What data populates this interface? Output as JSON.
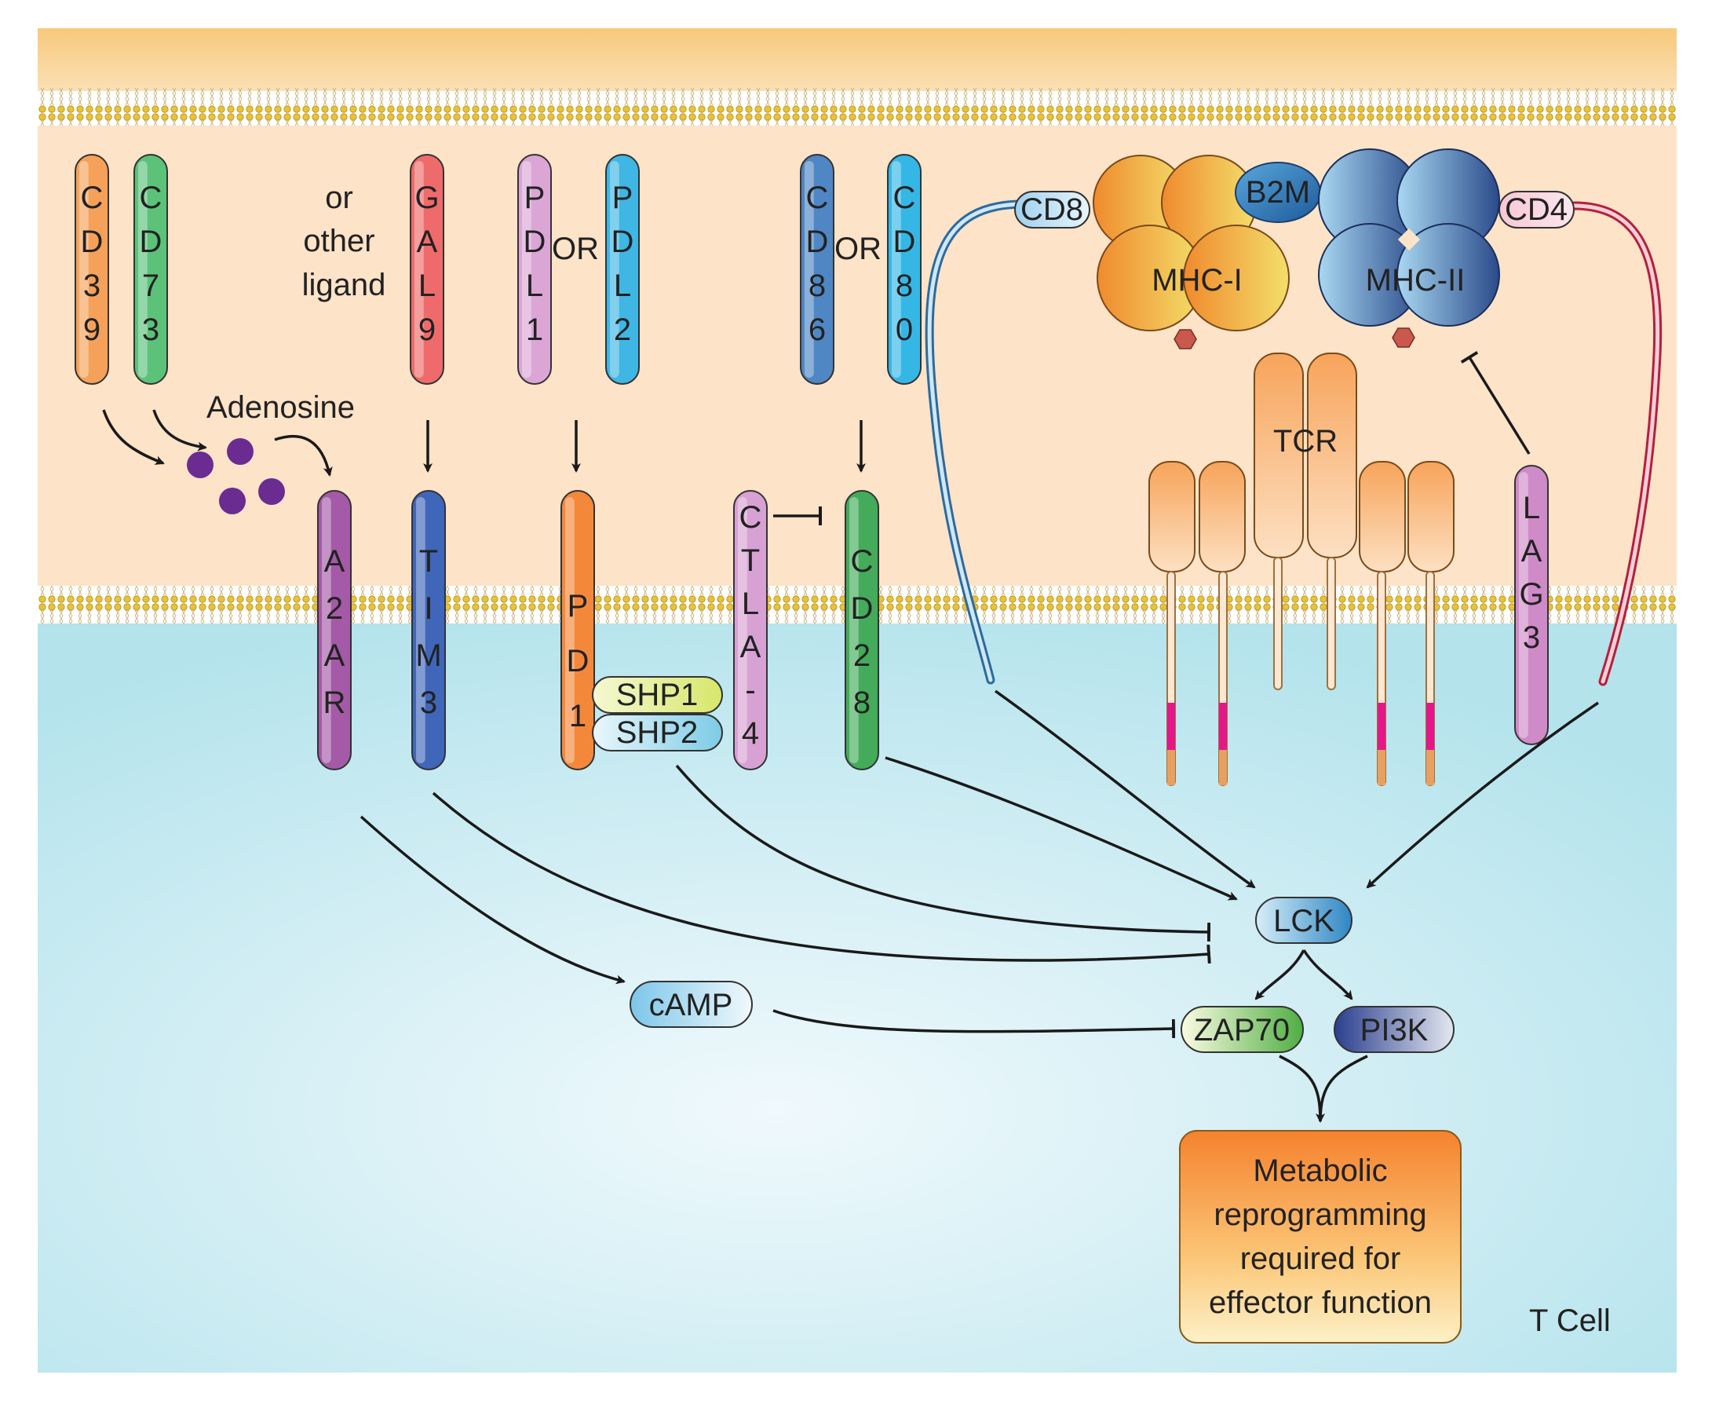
{
  "labels": {
    "adenosine": "Adenosine",
    "or_other_ligand": [
      "or",
      "other",
      "ligand"
    ],
    "or_pdl": "OR",
    "or_cd": "OR",
    "cd8": "CD8",
    "cd4": "CD4",
    "b2m": "B2M",
    "mhc1": "MHC-I",
    "mhc2": "MHC-II",
    "tcr": "TCR",
    "shp1": "SHP1",
    "shp2": "SHP2",
    "lck": "LCK",
    "camp": "cAMP",
    "zap70": "ZAP70",
    "pi3k": "PI3K",
    "outcome": [
      "Metabolic",
      "reprogramming",
      "required for",
      "effector function"
    ],
    "cell": "T Cell"
  },
  "ligands": [
    {
      "id": "cd39",
      "chars": [
        "C",
        "D",
        "3",
        "9"
      ],
      "color": "#f5a15a"
    },
    {
      "id": "cd73",
      "chars": [
        "C",
        "D",
        "7",
        "3"
      ],
      "color": "#5cc27a"
    },
    {
      "id": "gal9",
      "chars": [
        "G",
        "A",
        "L",
        "9"
      ],
      "color": "#ef6b6b"
    },
    {
      "id": "pdl1",
      "chars": [
        "P",
        "D",
        "L",
        "1"
      ],
      "color": "#dba6d6"
    },
    {
      "id": "pdl2",
      "chars": [
        "P",
        "D",
        "L",
        "2"
      ],
      "color": "#3fb6e3"
    },
    {
      "id": "cd86",
      "chars": [
        "C",
        "D",
        "8",
        "6"
      ],
      "color": "#4f86c4"
    },
    {
      "id": "cd80",
      "chars": [
        "C",
        "D",
        "8",
        "0"
      ],
      "color": "#35b7e6"
    }
  ],
  "receptors": [
    {
      "id": "a2ar",
      "chars": [
        "A",
        "2",
        "A",
        "R"
      ],
      "color": "#a45aa6"
    },
    {
      "id": "tim3",
      "chars": [
        "T",
        "I",
        "M",
        "3"
      ],
      "color": "#3f66b8"
    },
    {
      "id": "pd1",
      "chars": [
        "P",
        "D",
        "1"
      ],
      "color": "#f4883a"
    },
    {
      "id": "ctla4",
      "chars": [
        "C",
        "T",
        "L",
        "A",
        "-",
        "4"
      ],
      "color": "#d7a2d3"
    },
    {
      "id": "cd28",
      "chars": [
        "C",
        "D",
        "2",
        "8"
      ],
      "color": "#43ab5a"
    },
    {
      "id": "lag3",
      "chars": [
        "L",
        "A",
        "G",
        "3"
      ],
      "color": "#cf8ac8"
    }
  ],
  "colors": {
    "extracellular": "#fde3c8",
    "cytoplasm": "#bfe7ef",
    "membrane_head": "#e8c23a",
    "adenosine_dot": "#6a2c91"
  }
}
